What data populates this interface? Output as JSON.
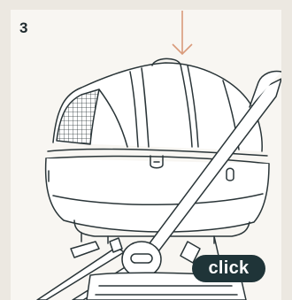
{
  "step": {
    "number": "3"
  },
  "badge": {
    "label": "click"
  },
  "illustration": {
    "subject": "stroller-carrycot-attach",
    "arrow_direction": "down",
    "colors": {
      "line": "#2a3538",
      "arrow": "#d99a7a",
      "badge": "#1f3438",
      "background": "#ece8e1",
      "panel": "#f8f6f2"
    }
  }
}
